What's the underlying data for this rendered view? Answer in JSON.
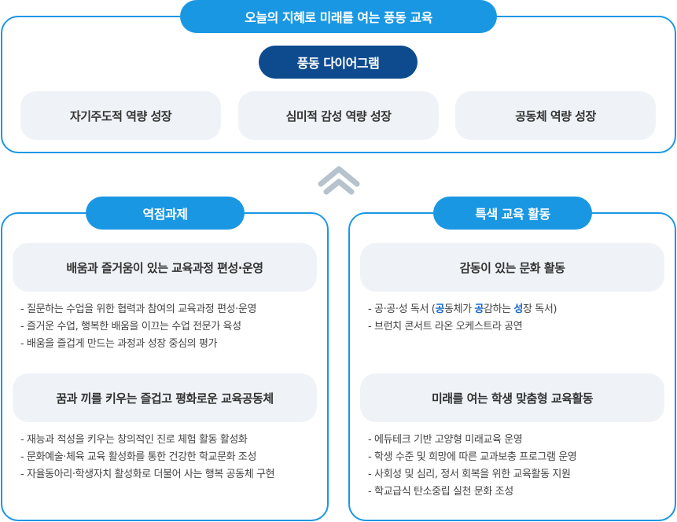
{
  "top": {
    "title": "오늘의 지혜로 미래를 여는 풍동 교육",
    "diagram_label": "풍동 다이어그램",
    "goals": [
      "자기주도적 역량 성장",
      "심미적 감성 역량 성장",
      "공동체 역량 성장"
    ]
  },
  "arrow": {
    "icon": "double-chevron-up-icon",
    "color": "#b6c2cc"
  },
  "left": {
    "title": "역점과제",
    "sections": [
      {
        "heading": "배움과 즐거움이 있는 교육과정 편성·운영",
        "items": [
          "질문하는 수업을 위한 협력과 참여의 교육과정 편성·운영",
          "즐거운 수업, 행복한 배움을 이끄는 수업 전문가 육성",
          "배움을 즐겁게 만드는 과정과 성장 중심의 평가"
        ]
      },
      {
        "heading": "꿈과 끼를 키우는 즐겁고 평화로운 교육공동체",
        "items": [
          "재능과 적성을 키우는 창의적인 진로 체험 활동 활성화",
          "문화예술·체육 교육 활성화를 통한 건강한 학교문화 조성",
          "자율동아리·학생자치 활성화로 더불어 사는 행복 공동체 구현"
        ]
      }
    ]
  },
  "right": {
    "title": "특색 교육 활동",
    "sections": [
      {
        "heading": "감동이 있는 문화 활동",
        "item1": {
          "a": "공·공·성 독서 (",
          "b": "공",
          "c": "동체가 ",
          "d": "공",
          "e": "감하는 ",
          "f": "성",
          "g": "장 독서)"
        },
        "item2": "브런치 콘서트 라온 오케스트라 공연"
      },
      {
        "heading": "미래를 여는 학생 맞춤형 교육활동",
        "items": [
          "에듀테크 기반 고양형 미래교육 운영",
          "학생 수준 및 희망에 따른 교과보충 프로그램 운영",
          "사회성 및 심리, 정서 회복을 위한 교육활동 지원",
          "학교급식 탄소중립 실천 문화 조성"
        ]
      }
    ]
  },
  "colors": {
    "primary": "#1a97e3",
    "dark": "#0d4b8e",
    "box": "#eff3f7",
    "highlight": "#1668c9"
  }
}
